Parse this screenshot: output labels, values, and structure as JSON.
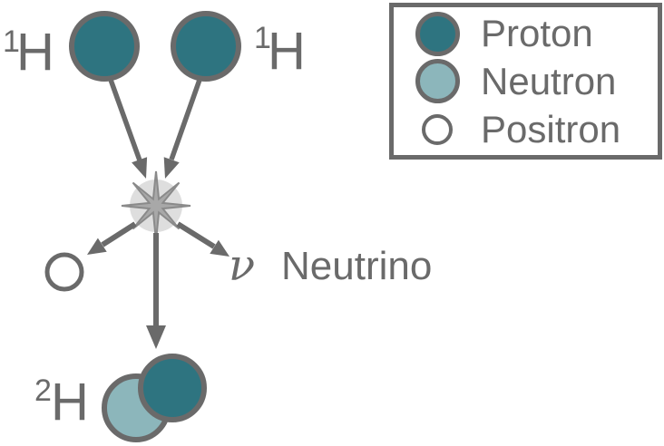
{
  "colors": {
    "proton": "#2e7480",
    "neutron": "#8cb6bb",
    "positron": "#ffffff",
    "outline": "#6a6a6a",
    "arrow": "#6a6a6a",
    "text": "#6a6a6a",
    "burst_fill": "#a8a8a8",
    "burst_stroke": "#8a8a8a",
    "burst_halo": "#dedede"
  },
  "diagram": {
    "reactant_left": {
      "superscript": "1",
      "symbol": "H"
    },
    "reactant_right": {
      "superscript": "1",
      "symbol": "H"
    },
    "product": {
      "superscript": "2",
      "symbol": "H"
    },
    "neutrino": {
      "symbol": "ν",
      "label": "Neutrino"
    }
  },
  "legend": {
    "items": [
      {
        "label": "Proton",
        "color": "#2e7480"
      },
      {
        "label": "Neutron",
        "color": "#8cb6bb"
      },
      {
        "label": "Positron",
        "color": "#ffffff"
      }
    ]
  }
}
